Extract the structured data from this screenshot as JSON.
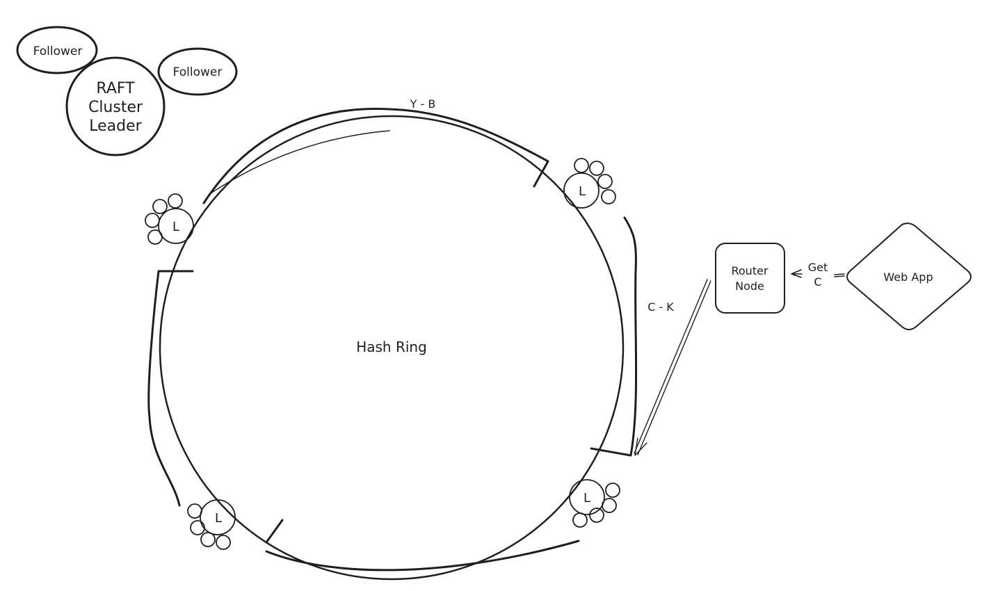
{
  "colors": {
    "leader_fill": "#b2f2bb",
    "follower_fill": "#a5d8ff",
    "stroke": "#1e1e1e",
    "background": "#ffffff"
  },
  "legend": {
    "leader_text": [
      "RAFT",
      "Cluster",
      "Leader"
    ],
    "follower_label": "Follower"
  },
  "ring": {
    "label": "Hash Ring"
  },
  "clusters": {
    "leader_symbol": "L"
  },
  "ranges": {
    "top": "Y - B",
    "right": "C - K"
  },
  "router": {
    "line1": "Router",
    "line2": "Node"
  },
  "request": {
    "line1": "Get",
    "line2": "C"
  },
  "web_app": {
    "label": "Web App"
  }
}
